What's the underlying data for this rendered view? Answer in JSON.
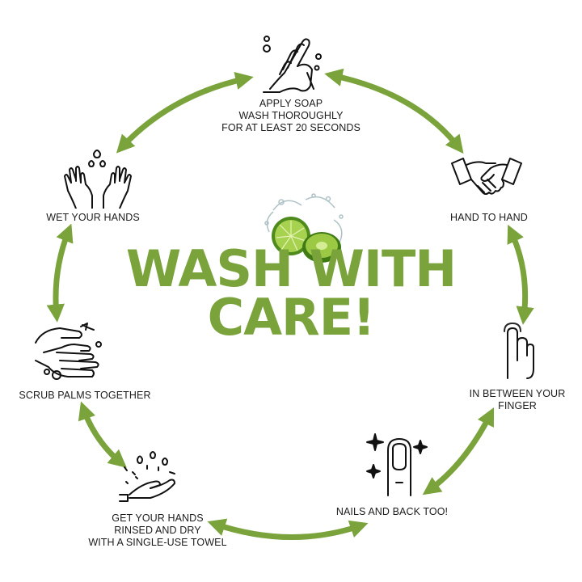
{
  "title": {
    "line1": "WASH WITH",
    "line2": "CARE!",
    "color": "#7aa33c"
  },
  "colors": {
    "arrow": "#7aa33c",
    "icon_stroke": "#111111",
    "lime": "#8cc23c"
  },
  "steps": [
    {
      "icon": "soap-wash-icon",
      "lines": [
        "APPLY SOAP",
        "WASH THOROUGHLY",
        "FOR  AT LEAST 20 SECONDS"
      ]
    },
    {
      "icon": "handshake-icon",
      "lines": [
        "HAND TO HAND"
      ]
    },
    {
      "icon": "finger-icon",
      "lines": [
        "IN BETWEEN YOUR",
        "FINGER"
      ]
    },
    {
      "icon": "nail-icon",
      "lines": [
        "NAILS AND BACK TOO!"
      ]
    },
    {
      "icon": "dry-hand-icon",
      "lines": [
        "GET YOUR HANDS",
        "RINSED AND DRY",
        "WITH A SINGLE-USE TOWEL"
      ]
    },
    {
      "icon": "scrub-palms-icon",
      "lines": [
        "SCRUB PALMS TOGETHER"
      ]
    },
    {
      "icon": "wet-hands-icon",
      "lines": [
        "WET YOUR HANDS"
      ]
    }
  ]
}
